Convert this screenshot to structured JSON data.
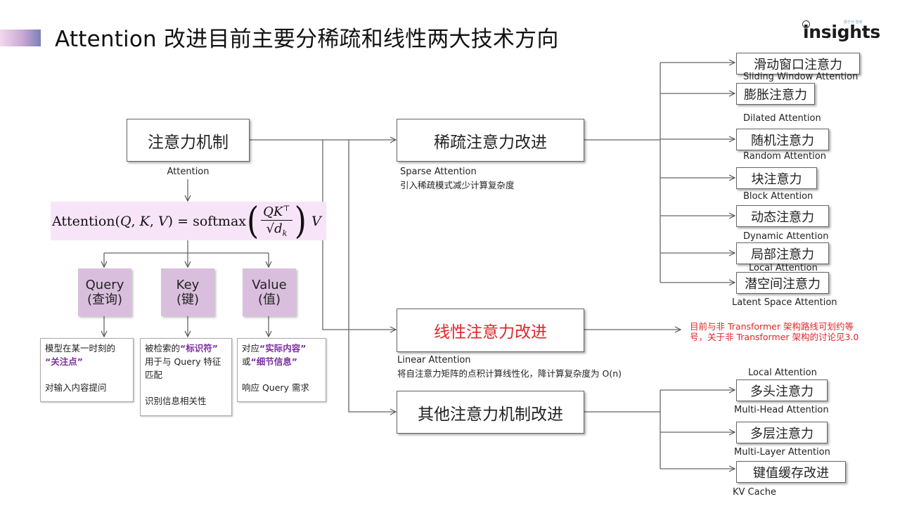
{
  "slide": {
    "title": "Attention 改进目前主要分稀疏和线性两大技术方向",
    "logo": {
      "text": "insights",
      "tagline": "顾于创 智库"
    }
  },
  "root": {
    "label": "注意力机制",
    "caption": "Attention"
  },
  "formula": "Attention(Q, K, V) = softmax(QK⊤ / √d_k) V",
  "qkv": [
    {
      "name": "Query",
      "cn": "(查询)"
    },
    {
      "name": "Key",
      "cn": "(键)"
    },
    {
      "name": "Value",
      "cn": "(值)"
    }
  ],
  "qkv_desc": {
    "query": {
      "pre": "模型在某一时刻的",
      "q_open": "“",
      "highlight": "关注点",
      "q_close": "”",
      "tail": "对输入内容提问"
    },
    "key": {
      "pre": "被检索的",
      "q_open": "“",
      "highlight": "标识符",
      "q_close": "”",
      "line2": "用于与 Query 特征",
      "line3": "匹配",
      "tail": "识别信息相关性"
    },
    "value": {
      "pre": "对应",
      "q_open": "“",
      "highlight": "实际内容",
      "q_close": "”",
      "pre2": "或",
      "q_open2": "“",
      "highlight2": "细节信息",
      "q_close2": "”",
      "tail": "响应 Query 需求"
    }
  },
  "sparse": {
    "label": "稀疏注意力改进",
    "caption_en": "Sparse Attention",
    "caption_cn": "引入稀疏模式减少计算复杂度",
    "items": [
      {
        "label": "滑动窗口注意力",
        "caption": "Sliding Window Attention"
      },
      {
        "label": "膨胀注意力",
        "caption": "Dilated Attention"
      },
      {
        "label": "随机注意力",
        "caption": "Random Attention"
      },
      {
        "label": "块注意力",
        "caption": "Block Attention"
      },
      {
        "label": "动态注意力",
        "caption": "Dynamic Attention"
      },
      {
        "label": "局部注意力",
        "caption": "Local Attention"
      },
      {
        "label": "潜空间注意力",
        "caption": "Latent Space  Attention"
      }
    ]
  },
  "linear": {
    "label": "线性注意力改进",
    "caption_en": "Linear Attention",
    "caption_cn": "将自注意力矩阵的点积计算线性化，降计算复杂度为 O(n)",
    "note_line1": "目前与非 Transformer 架构路线可划约等",
    "note_line2": "号，关于非 Transformer 架构的讨论见3.0"
  },
  "other": {
    "label": "其他注意力机制改进",
    "top_caption": "Local Attention",
    "items": [
      {
        "label": "多头注意力",
        "caption": "Multi-Head Attention"
      },
      {
        "label": "多层注意力",
        "caption": "Multi-Layer Attention"
      },
      {
        "label": "键值缓存改进",
        "caption": "KV Cache"
      }
    ]
  },
  "colors": {
    "accent_red": "#e0262b",
    "highlight_purple": "#7a2f9f",
    "qkv_fill": "#d9bfdd",
    "formula_fill": "#f8e4f8"
  }
}
